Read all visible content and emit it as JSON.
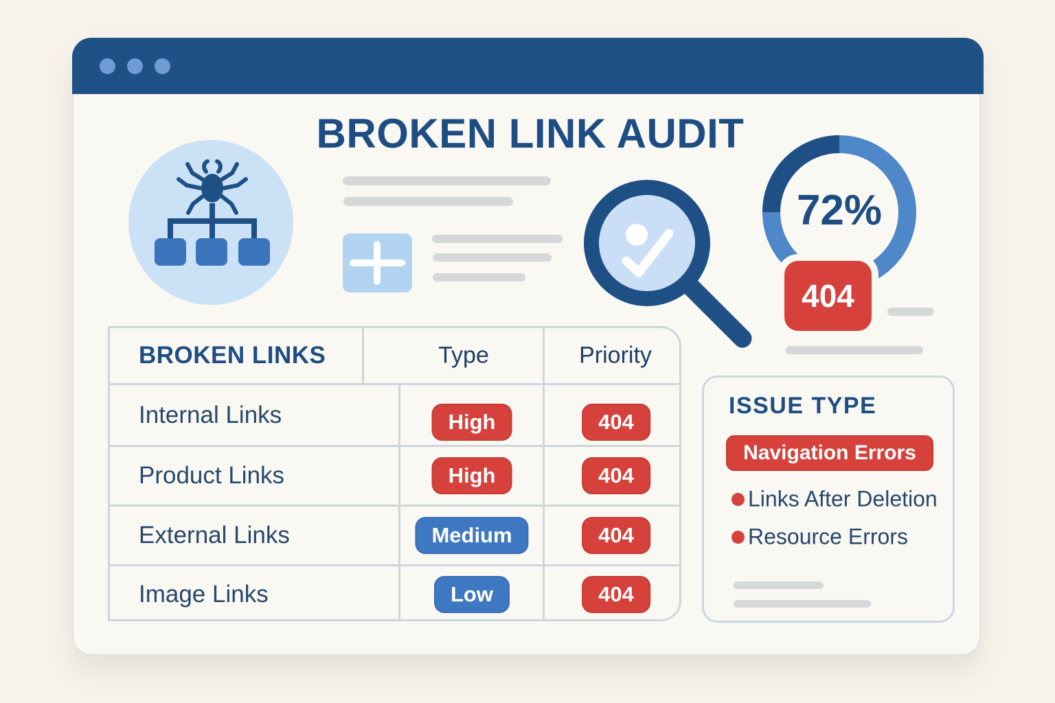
{
  "header": {
    "title": "BROKEN LINK AUDIT"
  },
  "hero": {
    "sitemap_icon": "bug-sitemap-icon",
    "plus_icon": "plus-icon",
    "magnifier_icon": "magnifier-check-icon",
    "donut": {
      "percent_label": "72%",
      "value": 72,
      "dark_arc_color": "#1e5086",
      "light_arc_color": "#4e88c8"
    },
    "error_badge": "404"
  },
  "table": {
    "headers": [
      "BROKEN LINKS",
      "Type",
      "Priority"
    ],
    "rows": [
      {
        "label": "Internal Links",
        "type": "High",
        "type_class": "red",
        "priority": "404",
        "priority_class": "red"
      },
      {
        "label": "Product Links",
        "type": "High",
        "type_class": "red",
        "priority": "404",
        "priority_class": "red"
      },
      {
        "label": "External Links",
        "type": "Medium",
        "type_class": "blue",
        "priority": "404",
        "priority_class": "red"
      },
      {
        "label": "Image Links",
        "type": "Low",
        "type_class": "blue",
        "priority": "404",
        "priority_class": "red"
      }
    ]
  },
  "issue_panel": {
    "title": "ISSUE TYPE",
    "badge": "Navigation Errors",
    "items": [
      "Links After Deletion",
      "Resource Errors"
    ]
  },
  "colors": {
    "chrome": "#1f5187",
    "chromeDot": "#6f9cd4",
    "navy": "#1e5086",
    "navyText": "#27476b",
    "titleNavy": "#1d4d82",
    "red": "#d6423b",
    "blue": "#3f78c2",
    "arcLight": "#4e88c8",
    "iconCircle": "#cbe1f6",
    "iconBox": "#3a75bb",
    "lens": "#cadef5",
    "plusCard": "#b3d4f1",
    "grayLine": "#d6d7d9",
    "tableBorder": "#cdd5dd",
    "panelBorder": "#c9d6e4",
    "windowBg": "#faf8f2",
    "pageBg": "#f7f3ea"
  }
}
